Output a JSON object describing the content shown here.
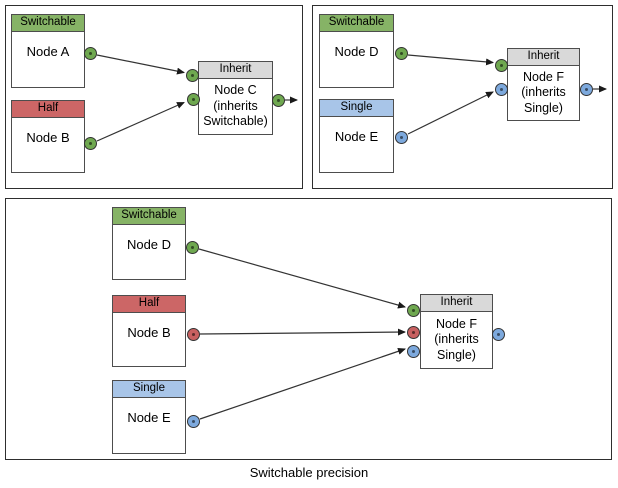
{
  "caption": "Switchable precision",
  "colors": {
    "header-switchable": "#86b366",
    "header-half": "#cc6666",
    "header-single": "#a8c5e8",
    "header-inherit": "#d9d9d9",
    "port-switchable": "#6fa850",
    "port-half": "#c86060",
    "port-single": "#7da9dd",
    "node-border": "#4d4d4d",
    "panel-border": "#2e2e2e",
    "wire": "#333333"
  },
  "panels": [
    {
      "name": "example-inherits-switchable",
      "nodes": [
        {
          "header": "Switchable",
          "title": "Node A"
        },
        {
          "header": "Half",
          "title": "Node B"
        },
        {
          "header": "Inherit",
          "title": "Node C (inherits Switchable)"
        }
      ]
    },
    {
      "name": "example-inherits-single",
      "nodes": [
        {
          "header": "Switchable",
          "title": "Node D"
        },
        {
          "header": "Single",
          "title": "Node E"
        },
        {
          "header": "Inherit",
          "title": "Node F (inherits Single)"
        }
      ]
    },
    {
      "name": "example-combined",
      "nodes": [
        {
          "header": "Switchable",
          "title": "Node D"
        },
        {
          "header": "Half",
          "title": "Node B"
        },
        {
          "header": "Single",
          "title": "Node E"
        },
        {
          "header": "Inherit",
          "title": "Node F (inherits Single)"
        }
      ]
    }
  ]
}
